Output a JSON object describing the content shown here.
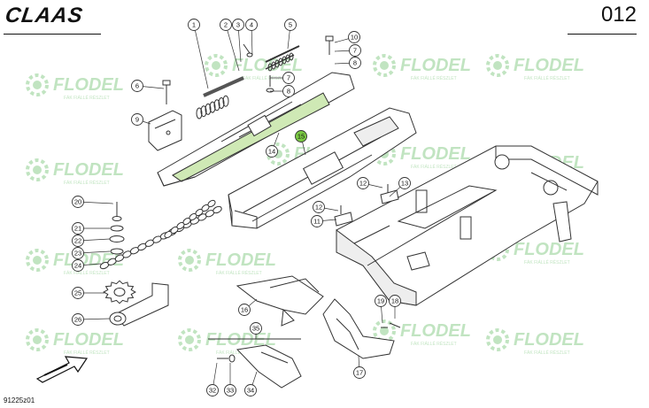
{
  "header": {
    "brand": "CLAAS",
    "page_number": "012"
  },
  "diagram_code": "91225z01",
  "watermark": {
    "text": "FLODEL",
    "subtitle": "FÁK FIÁLLÉ RÉSZLET",
    "color": "#8fcf8f"
  },
  "callouts": [
    "1",
    "2",
    "3",
    "4",
    "5",
    "6",
    "7",
    "8",
    "9",
    "10",
    "11",
    "12",
    "13",
    "14",
    "15",
    "16",
    "17",
    "18",
    "19",
    "20",
    "21",
    "22",
    "23",
    "24",
    "25",
    "26",
    "32",
    "33",
    "34",
    "35"
  ],
  "highlight_color": "#7ac943"
}
